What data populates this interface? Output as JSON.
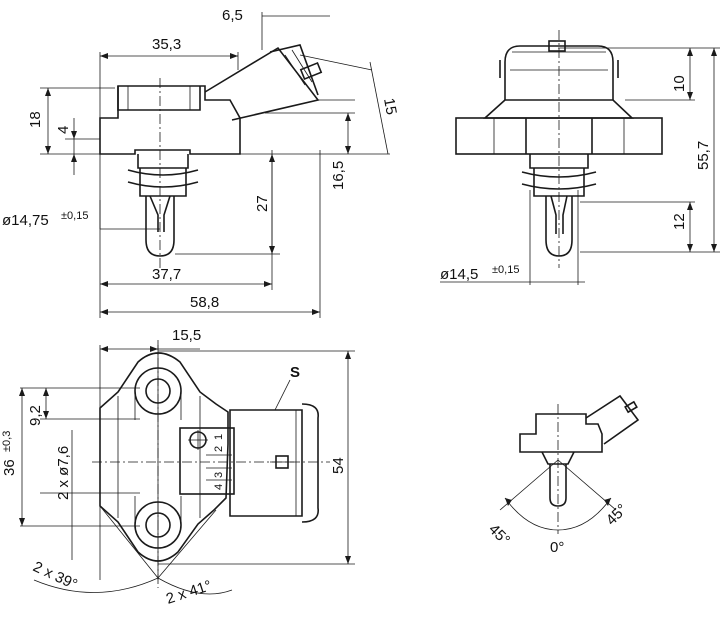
{
  "colors": {
    "line": "#1a1a1a",
    "background": "#ffffff"
  },
  "side_view": {
    "dim_top_pin": "6,5",
    "dim_width_top": "35,3",
    "dim_connector_angle": "15",
    "dim_height_18": "18",
    "dim_height_4": "4",
    "dim_height_16_5": "16,5",
    "dim_length_27": "27",
    "dim_diameter": "ø14,75",
    "dim_diameter_tol": "±0,15",
    "dim_width_37_7": "37,7",
    "dim_width_58_8": "58,8"
  },
  "front_view": {
    "dim_height_10": "10",
    "dim_height_55_7": "55,7",
    "dim_height_12": "12",
    "dim_diameter": "ø14,5",
    "dim_diameter_tol": "±0,15"
  },
  "top_view": {
    "dim_15_5": "15,5",
    "label_s": "S",
    "dim_9_2": "9,2",
    "dim_holes": "2 x ø7,6",
    "dim_36": "36",
    "dim_36_tol": "±0,3",
    "dim_54": "54",
    "pin_1": "1",
    "pin_2": "2",
    "pin_3": "3",
    "pin_4": "4",
    "dim_angle_39": "2 x 39°",
    "dim_angle_41": "2 x 41°"
  },
  "mount_view": {
    "angle_left": "45°",
    "angle_right": "45°",
    "angle_zero": "0°"
  }
}
